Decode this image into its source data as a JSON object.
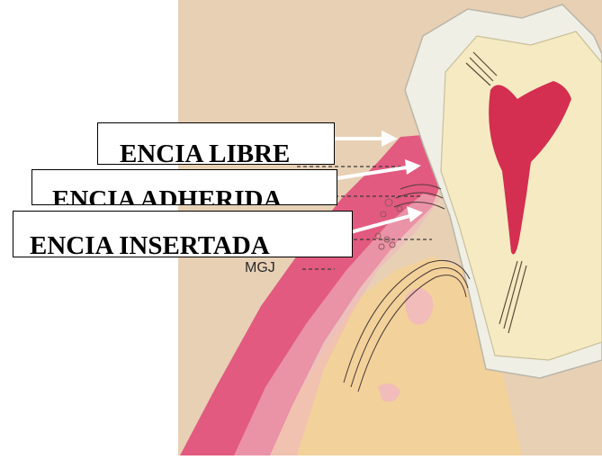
{
  "labels": {
    "encia_libre": "ENCIA LIBRE",
    "encia_adherida": "ENCIA ADHERIDA",
    "encia_insertada": "ENCIA INSERTADA",
    "mgj": "MGJ"
  },
  "colors": {
    "background_page": "#e8d0b4",
    "gingiva": "#e25a80",
    "gingiva_light": "#f0b7c0",
    "bone": "#f2d29a",
    "enamel": "#f0efe6",
    "dentin": "#f5eac2",
    "pulp": "#d42e50",
    "arrow": "#ffffff"
  }
}
